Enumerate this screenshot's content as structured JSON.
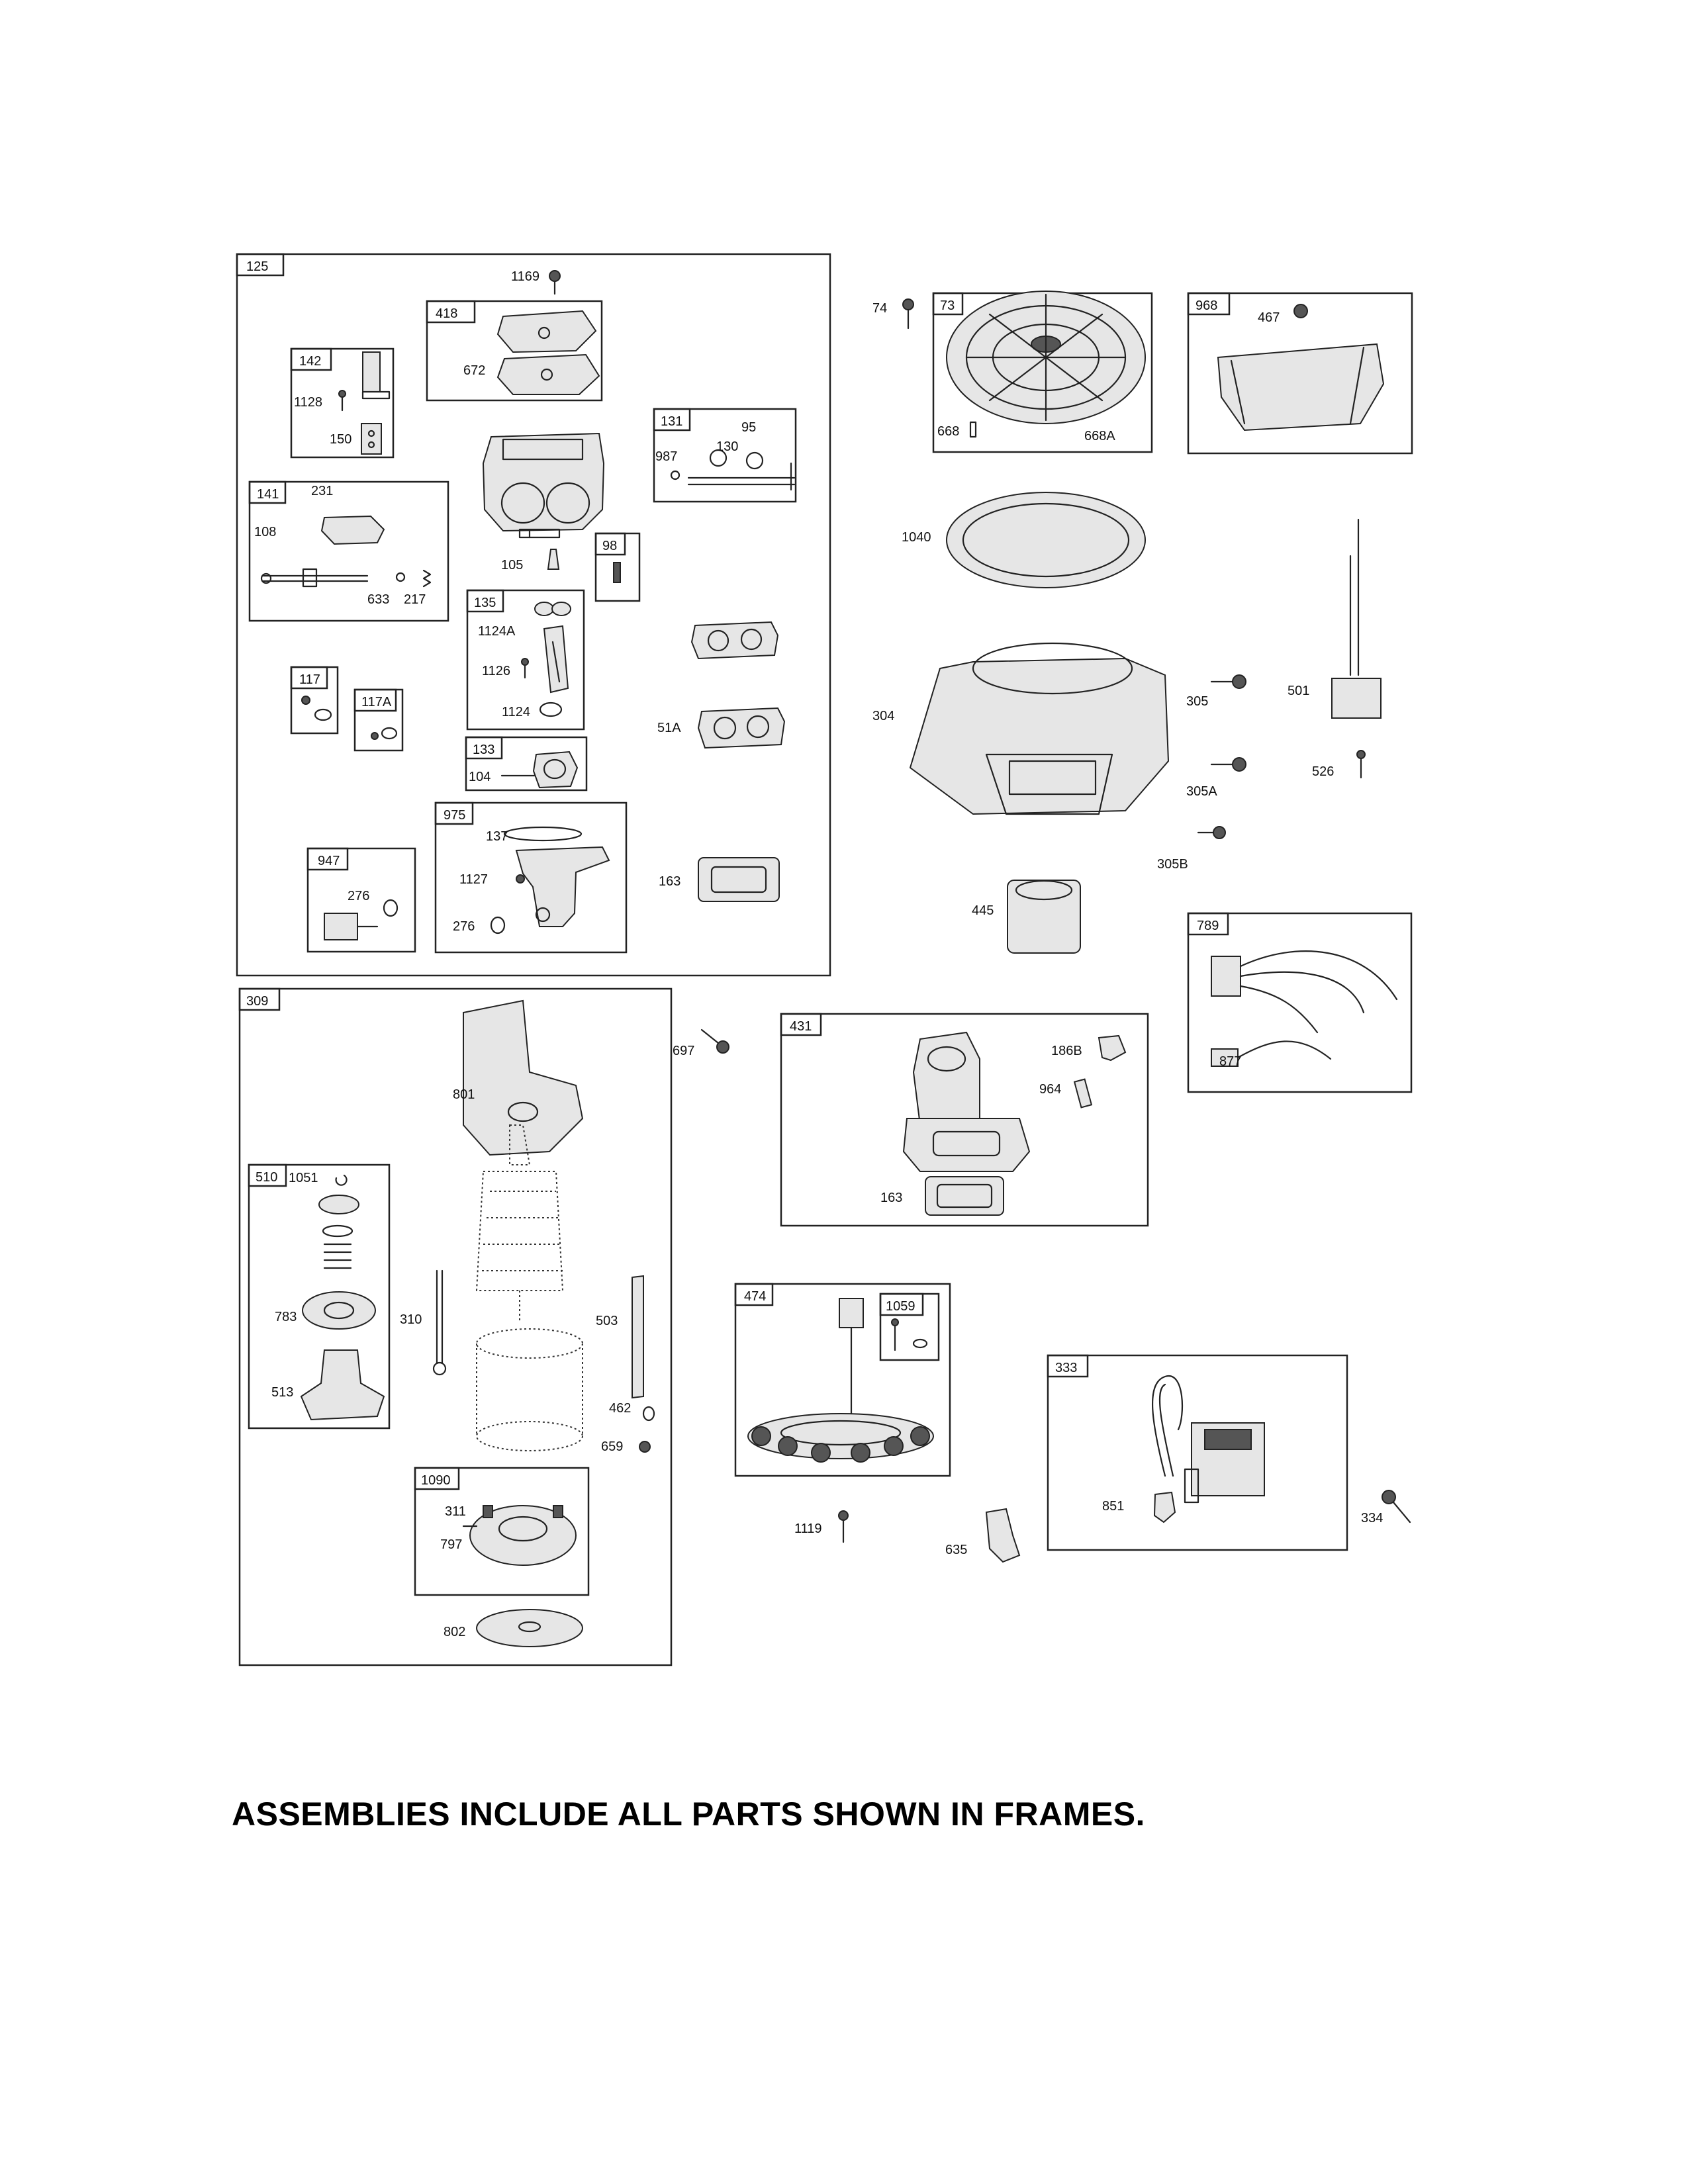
{
  "frames": {
    "f125": "125",
    "f418": "418",
    "f142": "142",
    "f131": "131",
    "f141": "141",
    "f98": "98",
    "f135": "135",
    "f117": "117",
    "f117a": "117A",
    "f133": "133",
    "f975": "975",
    "f947": "947",
    "f73": "73",
    "f968": "968",
    "f789": "789",
    "f309": "309",
    "f431": "431",
    "f510": "510",
    "f474": "474",
    "f1059": "1059",
    "f333": "333",
    "f1090": "1090"
  },
  "labels": {
    "p1169": "1169",
    "p672": "672",
    "p1128": "1128",
    "p150": "150",
    "p95": "95",
    "p130": "130",
    "p987": "987",
    "p231": "231",
    "p108": "108",
    "p633": "633",
    "p217": "217",
    "p105": "105",
    "p1124a": "1124A",
    "p1126": "1126",
    "p1124": "1124",
    "p51a": "51A",
    "p104": "104",
    "p137": "137",
    "p1127": "1127",
    "p276a": "276",
    "p276b": "276",
    "p163a": "163",
    "p74": "74",
    "p668": "668",
    "p668a": "668A",
    "p467": "467",
    "p1040": "1040",
    "p304": "304",
    "p305": "305",
    "p501": "501",
    "p305a": "305A",
    "p526": "526",
    "p305b": "305B",
    "p445": "445",
    "p877": "877",
    "p697": "697",
    "p801": "801",
    "p186b": "186B",
    "p964": "964",
    "p163b": "163",
    "p1051": "1051",
    "p783": "783",
    "p513": "513",
    "p310": "310",
    "p503": "503",
    "p462": "462",
    "p659": "659",
    "p311": "311",
    "p797": "797",
    "p802": "802",
    "p1119": "1119",
    "p635": "635",
    "p851": "851",
    "p334": "334"
  },
  "footer": {
    "note": "ASSEMBLIES INCLUDE ALL PARTS SHOWN IN FRAMES."
  }
}
